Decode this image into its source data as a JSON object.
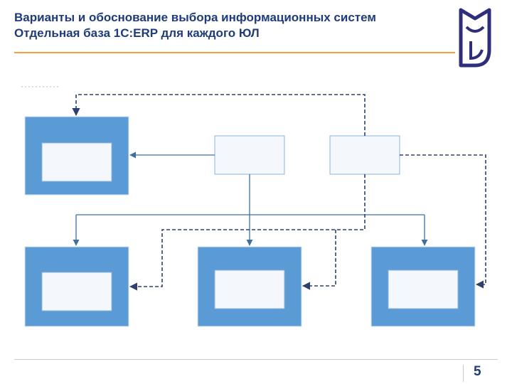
{
  "slide": {
    "title_line1": "Варианты и обоснование выбора информационных систем",
    "title_line2": "Отдельная база 1С:ERP для каждого ЮЛ",
    "page_number": "5"
  },
  "colors": {
    "title": "#1f3b7a",
    "accent_line": "#f0a33a",
    "logo": "#2e2e7a",
    "node_fill": "#5b9bd5",
    "inner_fill": "#f4f8fd",
    "connector": "#3f6f9f",
    "dashed_connector": "#2f3f6f"
  },
  "diagram": {
    "nodes": [
      {
        "id": "top-left",
        "label": ""
      },
      {
        "id": "top-middle",
        "label": ""
      },
      {
        "id": "top-right",
        "label": ""
      },
      {
        "id": "bottom-left",
        "label": ""
      },
      {
        "id": "bottom-middle",
        "label": ""
      },
      {
        "id": "bottom-right",
        "label": ""
      }
    ],
    "edges": [
      {
        "from": "top-middle",
        "to": "top-left",
        "style": "solid"
      },
      {
        "from": "top-middle",
        "to": "bottom-left",
        "style": "solid"
      },
      {
        "from": "top-middle",
        "to": "bottom-middle",
        "style": "solid"
      },
      {
        "from": "top-middle",
        "to": "bottom-right",
        "style": "solid"
      },
      {
        "from": "top-right",
        "to": "top-left",
        "style": "dashed"
      },
      {
        "from": "top-right",
        "to": "bottom-left",
        "style": "dashed"
      },
      {
        "from": "top-right",
        "to": "bottom-middle",
        "style": "dashed"
      },
      {
        "from": "top-right",
        "to": "bottom-right",
        "style": "dashed"
      }
    ]
  }
}
